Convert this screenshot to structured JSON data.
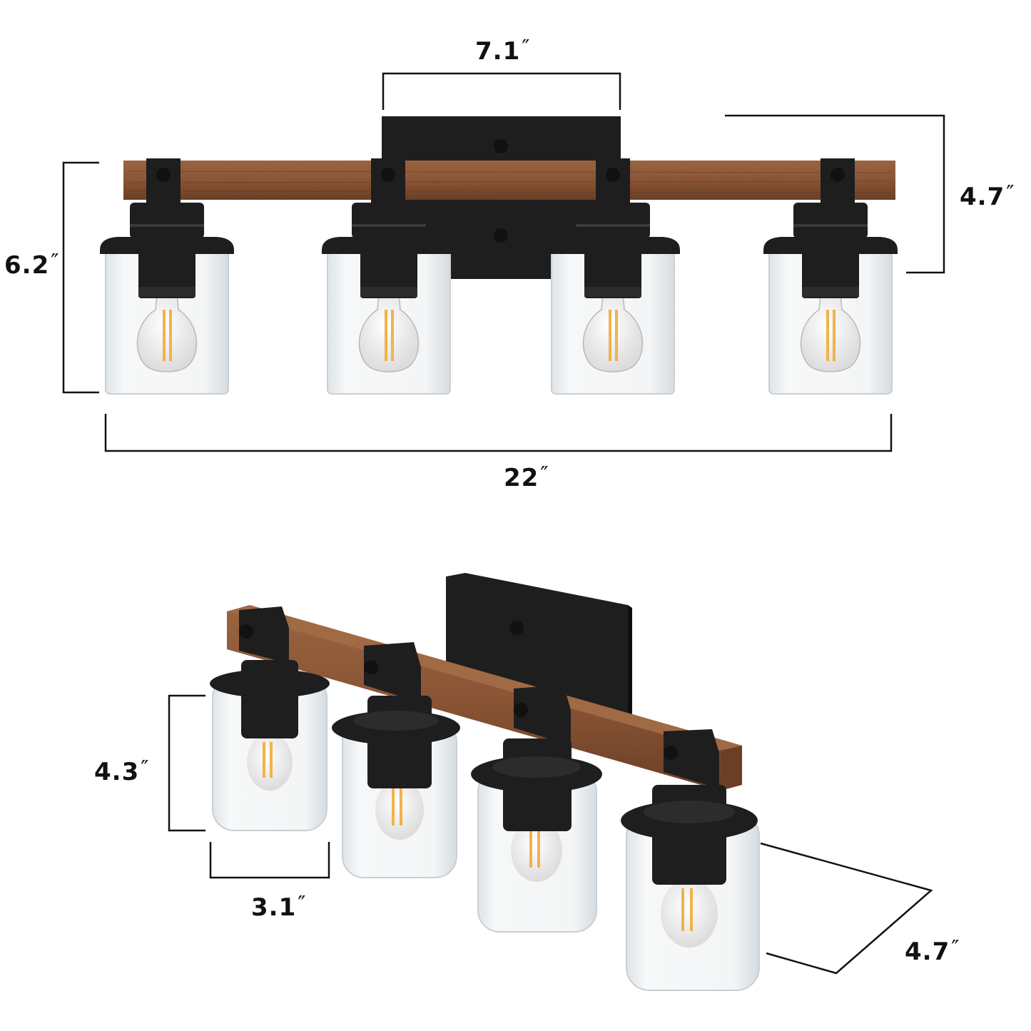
{
  "diagram": {
    "subject": "4-light vanity wall fixture, wood beam with black metal and clear glass shades",
    "colors": {
      "wood": "#8a5535",
      "wood_dark": "#6b3f26",
      "metal": "#1e1e1e",
      "metal_highlight": "#3a3a3a",
      "glass": "#eef1f3",
      "glass_edge": "#c9cfd3",
      "filament": "#f2b24a",
      "dimension_line": "#111111",
      "background": "#ffffff"
    },
    "front_view": {
      "dimensions": {
        "backplate_width": {
          "value": "7.1",
          "unit": "″"
        },
        "overall_height": {
          "value": "6.2",
          "unit": "″"
        },
        "extension": {
          "value": "4.7",
          "unit": "″"
        },
        "overall_width": {
          "value": "22",
          "unit": "″"
        }
      },
      "lights": 4
    },
    "perspective_view": {
      "dimensions": {
        "shade_height": {
          "value": "4.3",
          "unit": "″"
        },
        "shade_diameter": {
          "value": "3.1",
          "unit": "″"
        },
        "depth": {
          "value": "4.7",
          "unit": "″"
        }
      },
      "lights": 4
    }
  }
}
